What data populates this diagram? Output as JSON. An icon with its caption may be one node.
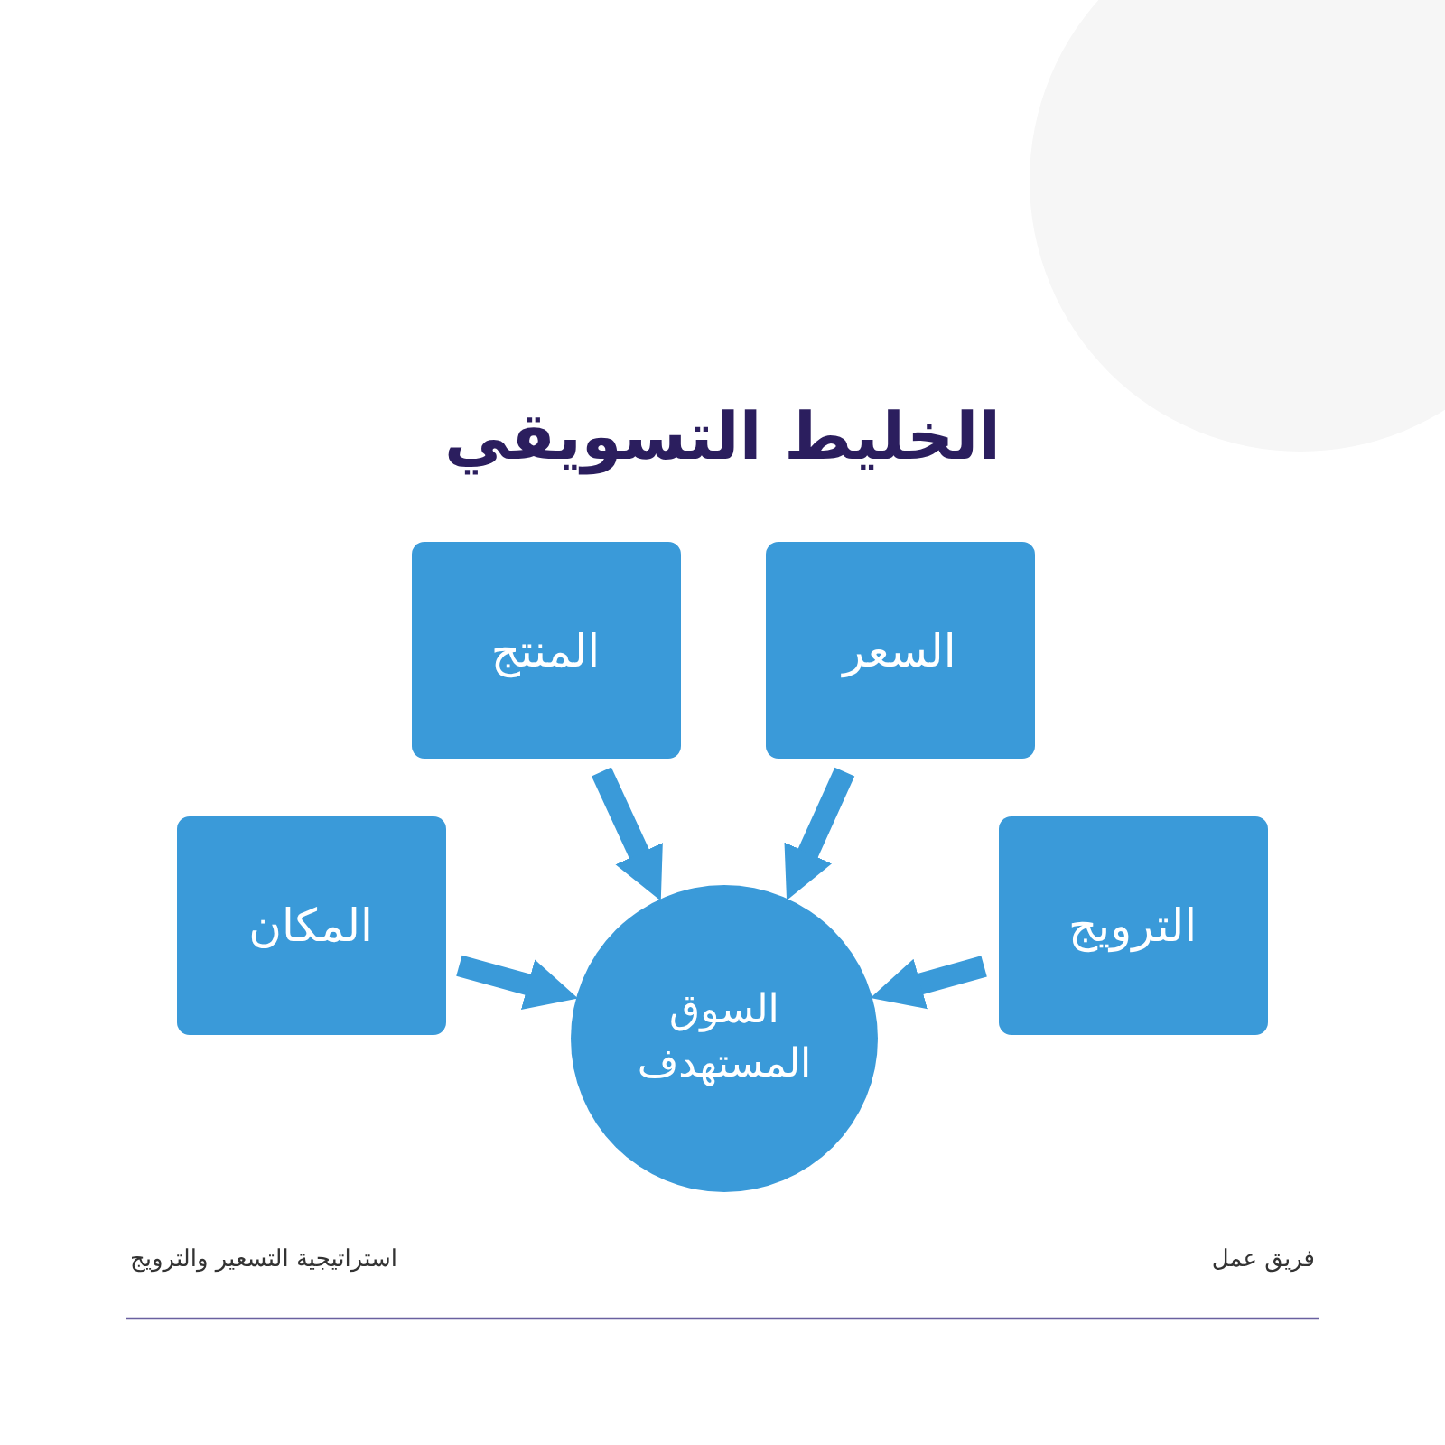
{
  "diagram": {
    "title": "الخليط التسويقي",
    "nodes": [
      {
        "text": [
          "السعر"
        ]
      },
      {
        "text": [
          "المنتج"
        ]
      },
      {
        "text": [
          "الترويج"
        ]
      },
      {
        "text": [
          "المكان"
        ]
      },
      {
        "text": [
          "السوق المستهدف"
        ]
      }
    ],
    "edges": [
      {
        "from": 0,
        "to": 4,
        "arrow": "to"
      },
      {
        "from": 1,
        "to": 4,
        "arrow": "to"
      },
      {
        "from": 2,
        "to": 4,
        "arrow": "to"
      },
      {
        "from": 3,
        "to": 4,
        "arrow": "to"
      }
    ],
    "labels": [
      "فريق عمل",
      "استراتيجية التسعير والترويج"
    ]
  }
}
